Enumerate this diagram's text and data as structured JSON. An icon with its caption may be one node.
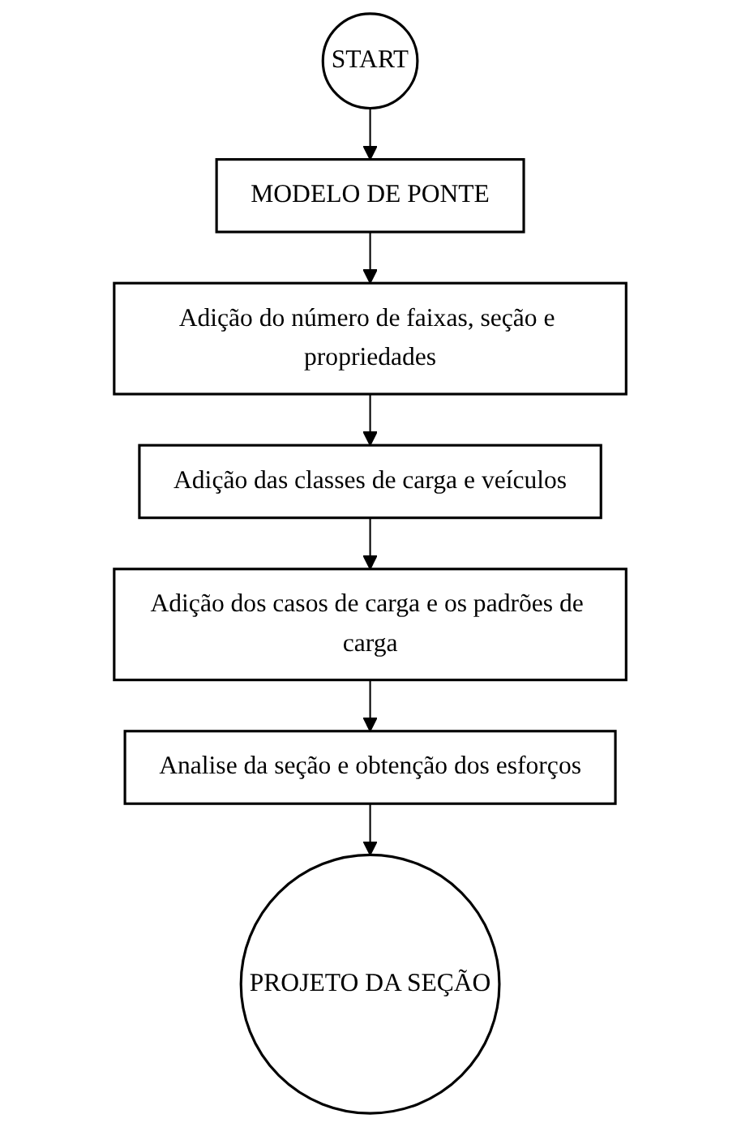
{
  "diagram": {
    "nodes": [
      {
        "text": [
          "START"
        ]
      },
      {
        "text": [
          "MODELO DE PONTE"
        ]
      },
      {
        "text": [
          "Adição do número de faixas, seção e propriedades"
        ]
      },
      {
        "text": [
          "Adição das classes de carga e veículos"
        ]
      },
      {
        "text": [
          "Adição dos casos de carga e os padrões de carga"
        ]
      },
      {
        "text": [
          "Analise da seção e obtenção dos esforços"
        ]
      },
      {
        "text": [
          "PROJETO DA SEÇÃO"
        ]
      }
    ],
    "edges": [
      {
        "from": 0,
        "to": 1,
        "arrow": "to"
      },
      {
        "from": 1,
        "to": 2,
        "arrow": "to"
      },
      {
        "from": 2,
        "to": 3,
        "arrow": "to"
      },
      {
        "from": 3,
        "to": 4,
        "arrow": "to"
      },
      {
        "from": 4,
        "to": 5,
        "arrow": "to"
      },
      {
        "from": 5,
        "to": 6,
        "arrow": "to"
      }
    ]
  }
}
